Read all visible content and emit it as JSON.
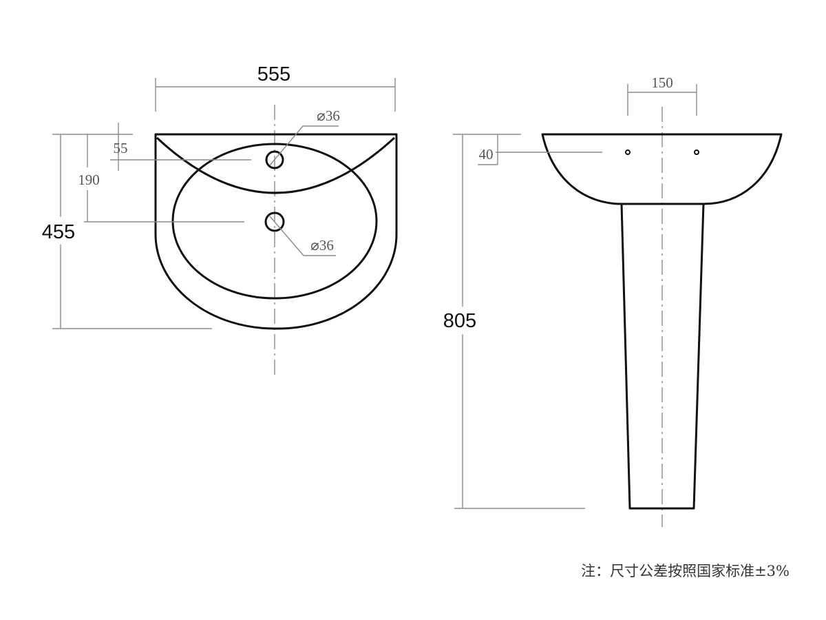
{
  "front_view": {
    "width_label": "555",
    "height_label": "455",
    "tap_hole_offset_label": "55",
    "drain_offset_label": "190",
    "tap_hole_diameter_label": "⌀36",
    "drain_diameter_label": "⌀36"
  },
  "side_view": {
    "mount_spacing_label": "150",
    "mount_height_label": "40",
    "total_height_label": "805"
  },
  "note": "注：尺寸公差按照国家标准±3%"
}
